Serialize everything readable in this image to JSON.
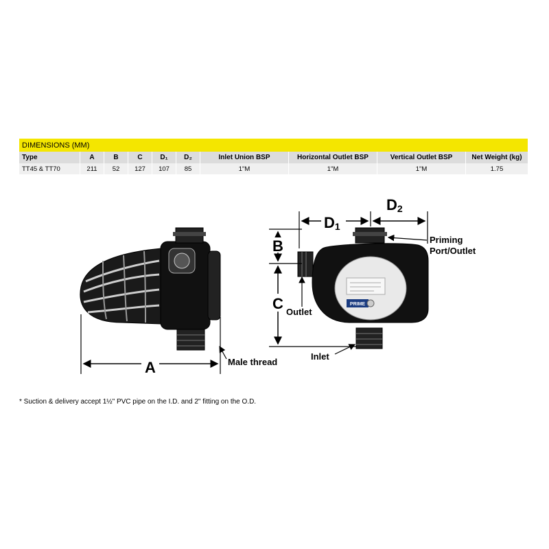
{
  "table": {
    "title": "DIMENSIONS (MM)",
    "headers": [
      "Type",
      "A",
      "B",
      "C",
      "D₁",
      "D₂",
      "Inlet Union BSP",
      "Horizontal Outlet BSP",
      "Vertical Outlet BSP",
      "Net Weight (kg)"
    ],
    "rows": [
      [
        "TT45 & TT70",
        "211",
        "52",
        "127",
        "107",
        "85",
        "1\"M",
        "1\"M",
        "1\"M",
        "1.75"
      ]
    ]
  },
  "diagram": {
    "labels": {
      "A": "A",
      "B": "B",
      "C": "C",
      "D1": "D",
      "D1_sub": "1",
      "D2": "D",
      "D2_sub": "2",
      "male_thread": "Male thread",
      "priming_1": "Priming",
      "priming_2": "Port/Outlet",
      "outlet": "Outlet",
      "inlet": "Inlet",
      "brand": "PRIME"
    }
  },
  "footnote": "* Suction & delivery accept 1½\" PVC pipe on the I.D. and 2\" fitting on the O.D."
}
